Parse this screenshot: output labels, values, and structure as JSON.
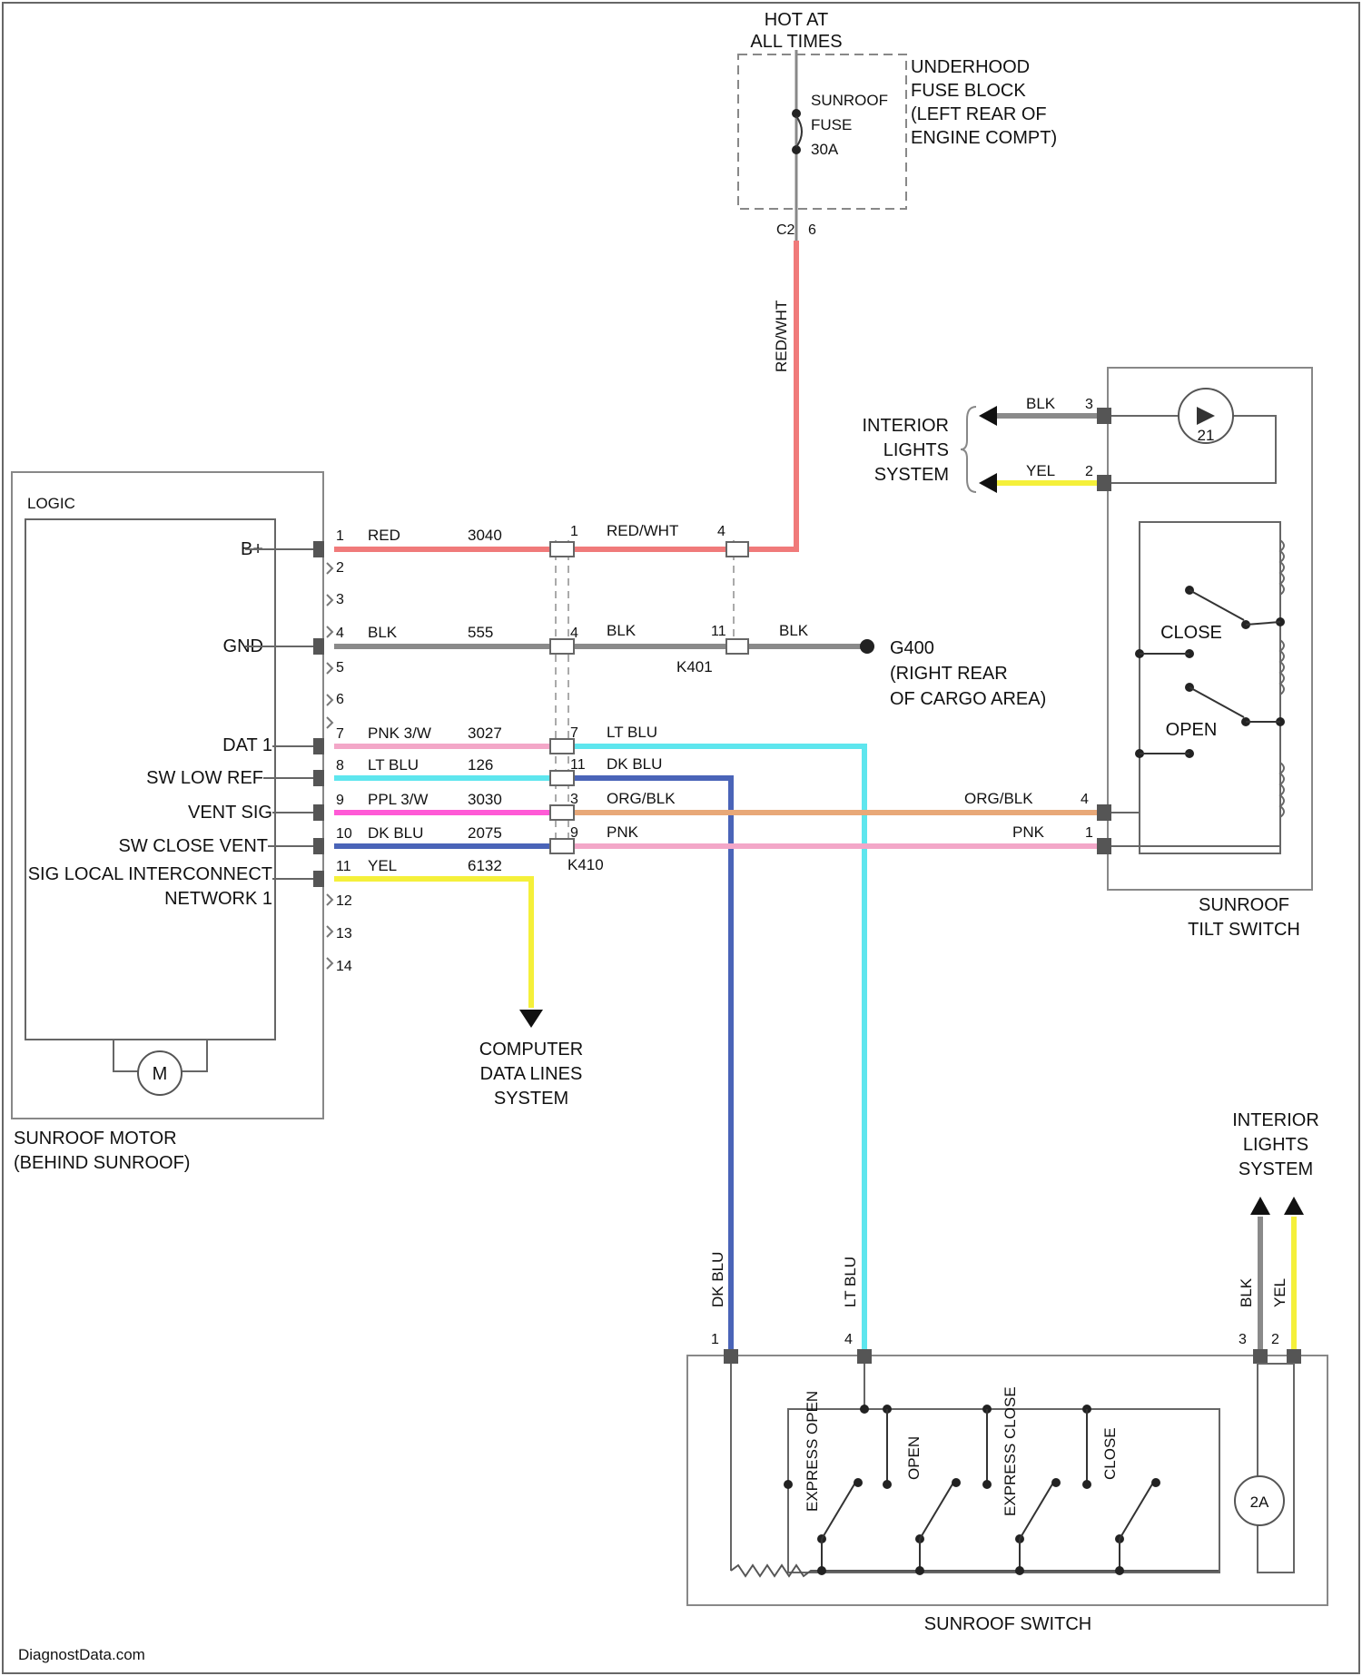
{
  "fuse_block": {
    "hot_label_1": "HOT AT",
    "hot_label_2": "ALL TIMES",
    "name_lines": [
      "UNDERHOOD",
      "FUSE BLOCK",
      "(LEFT REAR OF",
      "ENGINE COMPT)"
    ],
    "fuse_lines": [
      "SUNROOF",
      "FUSE",
      "30A"
    ],
    "connector": "C2",
    "pin": "6",
    "wire_color": "RED/WHT"
  },
  "sunroof_motor": {
    "logic_label": "LOGIC",
    "name_lines": [
      "SUNROOF MOTOR",
      "(BEHIND SUNROOF)"
    ],
    "motor_symbol": "M",
    "terminals": [
      "B+",
      "GND",
      "DAT 1",
      "SW LOW REF",
      "VENT SIG",
      "SW CLOSE VENT",
      "SIG LOCAL INTERCONNECT",
      "NETWORK 1"
    ],
    "pins": [
      "1",
      "2",
      "3",
      "4",
      "5",
      "6",
      "7",
      "8",
      "9",
      "10",
      "11",
      "12",
      "13",
      "14"
    ]
  },
  "wires": {
    "w1": {
      "color": "RED",
      "circuit": "3040"
    },
    "w4": {
      "color": "BLK",
      "circuit": "555"
    },
    "w7": {
      "color": "PNK 3/W",
      "circuit": "3027"
    },
    "w8": {
      "color": "LT BLU",
      "circuit": "126"
    },
    "w9": {
      "color": "PPL 3/W",
      "circuit": "3030"
    },
    "w10": {
      "color": "DK BLU",
      "circuit": "2075"
    },
    "w11": {
      "color": "YEL",
      "circuit": "6132"
    }
  },
  "connector_k": {
    "name": "K410",
    "pins": [
      "1",
      "4",
      "7",
      "11",
      "3",
      "9"
    ],
    "wires": [
      "RED/WHT",
      "BLK",
      "LT BLU",
      "DK BLU",
      "ORG/BLK",
      "PNK"
    ]
  },
  "connector_s": {
    "name": "K401",
    "pins": [
      "4",
      "11"
    ],
    "wire": "BLK"
  },
  "ground": {
    "name_lines": [
      "G400",
      "(RIGHT REAR",
      "OF CARGO AREA)"
    ]
  },
  "interior_lights_top": {
    "name_lines": [
      "INTERIOR",
      "LIGHTS",
      "SYSTEM"
    ],
    "wires": [
      "BLK",
      "YEL"
    ],
    "pins": [
      "3",
      "2"
    ]
  },
  "tilt_switch": {
    "name_lines": [
      "SUNROOF",
      "TILT SWITCH"
    ],
    "contacts": [
      "CLOSE",
      "OPEN"
    ],
    "pins": [
      "4",
      "1"
    ],
    "wires": [
      "ORG/BLK",
      "PNK"
    ],
    "lamp": "21"
  },
  "computer_data": {
    "name_lines": [
      "COMPUTER",
      "DATA LINES",
      "SYSTEM"
    ]
  },
  "interior_lights_bottom": {
    "name_lines": [
      "INTERIOR",
      "LIGHTS",
      "SYSTEM"
    ],
    "wires": [
      "BLK",
      "YEL"
    ],
    "pins": [
      "3",
      "2"
    ]
  },
  "sunroof_switch": {
    "name": "SUNROOF SWITCH",
    "wires": [
      "DK BLU",
      "LT BLU"
    ],
    "pins": [
      "1",
      "4"
    ],
    "contacts": [
      "EXPRESS OPEN",
      "OPEN",
      "EXPRESS CLOSE",
      "CLOSE"
    ],
    "lamp": "2A"
  },
  "watermark": "DiagnostData.com",
  "colors": {
    "red": "#f07a7a",
    "blk": "#8a8a8a",
    "pnk": "#f3a7c8",
    "ltblu": "#5ee6ee",
    "ppl": "#ff5ad6",
    "dkblu": "#4a64b8",
    "yel": "#f5f03a",
    "org": "#e8a878"
  }
}
